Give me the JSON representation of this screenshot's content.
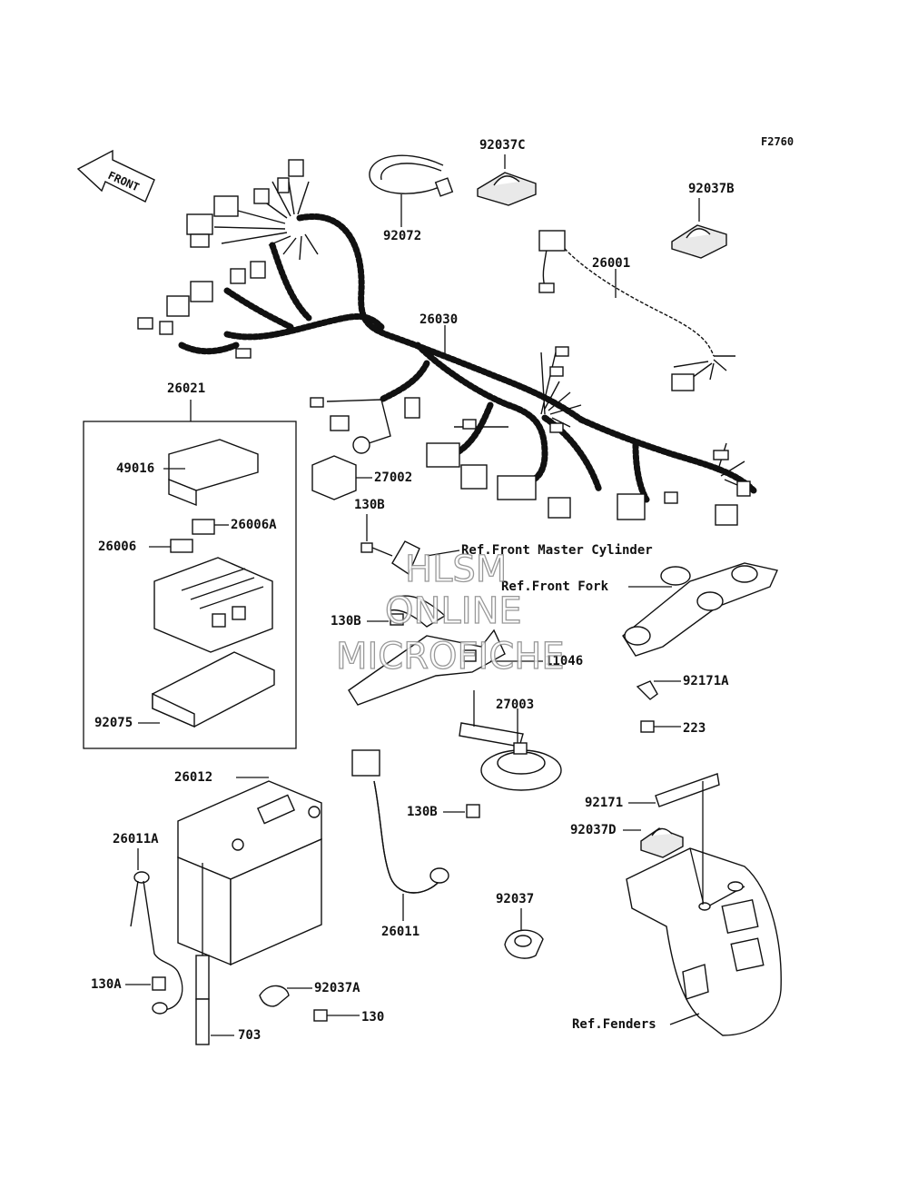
{
  "diagram_code": "F2760",
  "front_arrow_text": "FRONT",
  "watermark": {
    "line1": "HLSM",
    "line2": "ONLINE",
    "line3": "MICROFICHE"
  },
  "labels": {
    "p92037C": "92037C",
    "p92037B": "92037B",
    "p92072": "92072",
    "p26001": "26001",
    "p26030": "26030",
    "p26021": "26021",
    "p49016": "49016",
    "p27002": "27002",
    "p26006A": "26006A",
    "p26006": "26006",
    "p130B_top": "130B",
    "p130B_mid": "130B",
    "p130B_low": "130B",
    "ref_master_cyl": "Ref.Front Master Cylinder",
    "ref_front_fork": "Ref.Front Fork",
    "p11046": "11046",
    "p92171A": "92171A",
    "p223": "223",
    "p27003": "27003",
    "p92075": "92075",
    "p26012": "26012",
    "p26011A": "26011A",
    "p26011": "26011",
    "p92171": "92171",
    "p92037D": "92037D",
    "p92037": "92037",
    "p130A": "130A",
    "p92037A": "92037A",
    "p130": "130",
    "p703": "703",
    "ref_fenders": "Ref.Fenders"
  }
}
